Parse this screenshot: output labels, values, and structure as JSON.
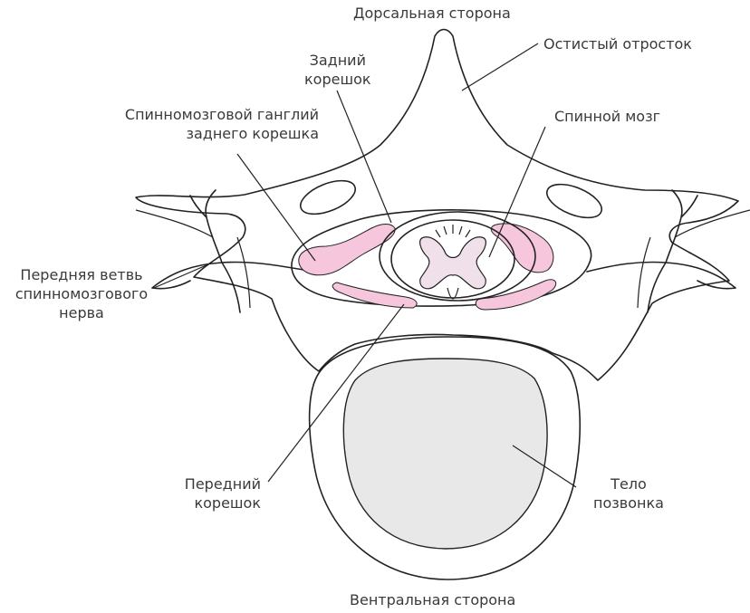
{
  "labels": {
    "dorsal": "Дорсальная сторона",
    "spinous": "Остистый отросток",
    "posterior_root": [
      "Задний",
      "корешок"
    ],
    "ganglion": [
      "Спинномозговой ганглий",
      "заднего корешка"
    ],
    "spinal_cord": "Спинной мозг",
    "anterior_ramus": [
      "Передняя ветвь",
      "спинномозгового",
      "нерва"
    ],
    "anterior_root": [
      "Передний",
      "корешок"
    ],
    "vertebral_body": [
      "Тело",
      "позвонка"
    ],
    "ventral": "Вентральная сторона"
  },
  "colors": {
    "nerve_pink": "#f5c6dc",
    "grey_matter": "#efe0ea",
    "body_fill": "#e8e8e8",
    "line": "#222222",
    "text": "#3a3a3a"
  }
}
